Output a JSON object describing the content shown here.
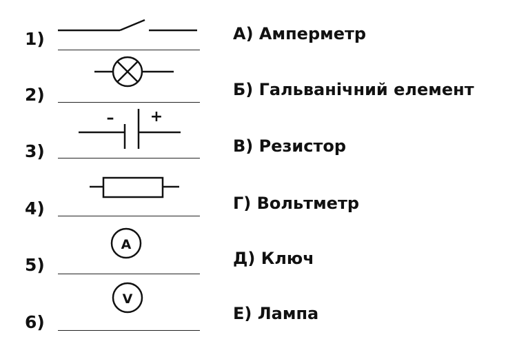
{
  "items": [
    {
      "number": "1)",
      "symbol": "switch-icon"
    },
    {
      "number": "2)",
      "symbol": "lamp-icon"
    },
    {
      "number": "3)",
      "symbol": "galvanic-cell-icon"
    },
    {
      "number": "4)",
      "symbol": "resistor-icon"
    },
    {
      "number": "5)",
      "symbol": "ammeter-icon"
    },
    {
      "number": "6)",
      "symbol": "voltmeter-icon"
    }
  ],
  "answers": [
    "А) Амперметр",
    "Б) Гальванічний елемент",
    "В) Резистор",
    "Г) Вольтметр",
    "Д) Ключ",
    "Е) Лампа"
  ],
  "symbol_text": {
    "minus": "–",
    "plus": "+",
    "ammeter_letter": "A",
    "voltmeter_letter": "V"
  }
}
